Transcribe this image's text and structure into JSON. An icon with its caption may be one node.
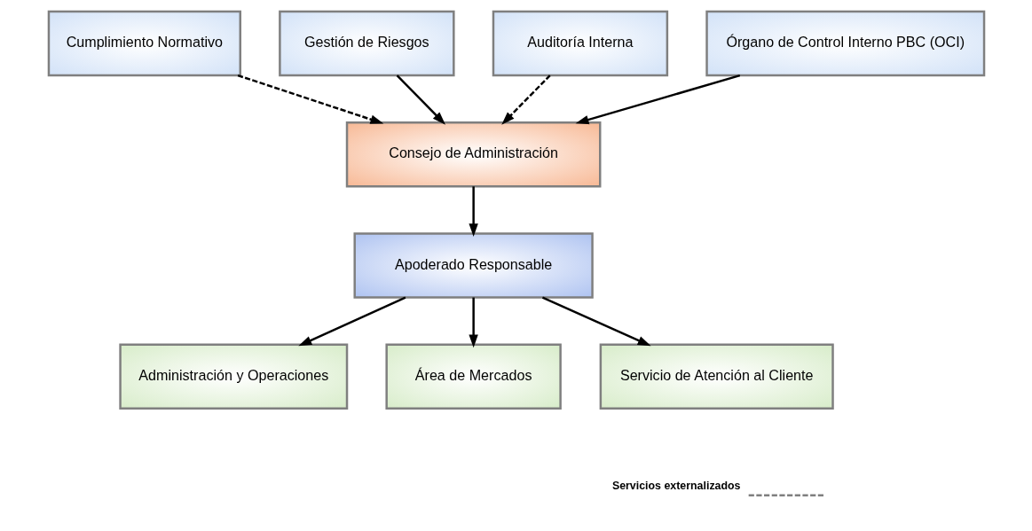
{
  "diagram": {
    "nodes": [
      {
        "text": [
          "Cumplimiento Normativo"
        ]
      },
      {
        "text": [
          "Consejo de Administración"
        ]
      },
      {
        "text": [
          "Gestión de Riesgos"
        ]
      },
      {
        "text": [
          "Auditoría Interna"
        ]
      },
      {
        "text": [
          "Órgano de Control Interno PBC (OCI)"
        ]
      },
      {
        "text": [
          "Apoderado Responsable"
        ]
      },
      {
        "text": [
          "Administración y Operaciones"
        ]
      },
      {
        "text": [
          "Área de Mercados"
        ]
      },
      {
        "text": [
          "Servicio de Atención al Cliente"
        ]
      }
    ],
    "edges": [
      {
        "from": 0,
        "to": 1,
        "arrow": "to",
        "style": "dashed"
      },
      {
        "from": 2,
        "to": 1,
        "arrow": "to"
      },
      {
        "from": 3,
        "to": 1,
        "arrow": "to",
        "style": "dashed"
      },
      {
        "from": 4,
        "to": 1,
        "arrow": "to"
      },
      {
        "from": 1,
        "to": 5,
        "arrow": "to"
      },
      {
        "from": 5,
        "to": 6,
        "arrow": "to"
      },
      {
        "from": 5,
        "to": 7,
        "arrow": "to"
      },
      {
        "from": 5,
        "to": 8,
        "arrow": "to"
      }
    ],
    "legend": [
      {
        "text": "Servicios externalizados"
      }
    ]
  }
}
